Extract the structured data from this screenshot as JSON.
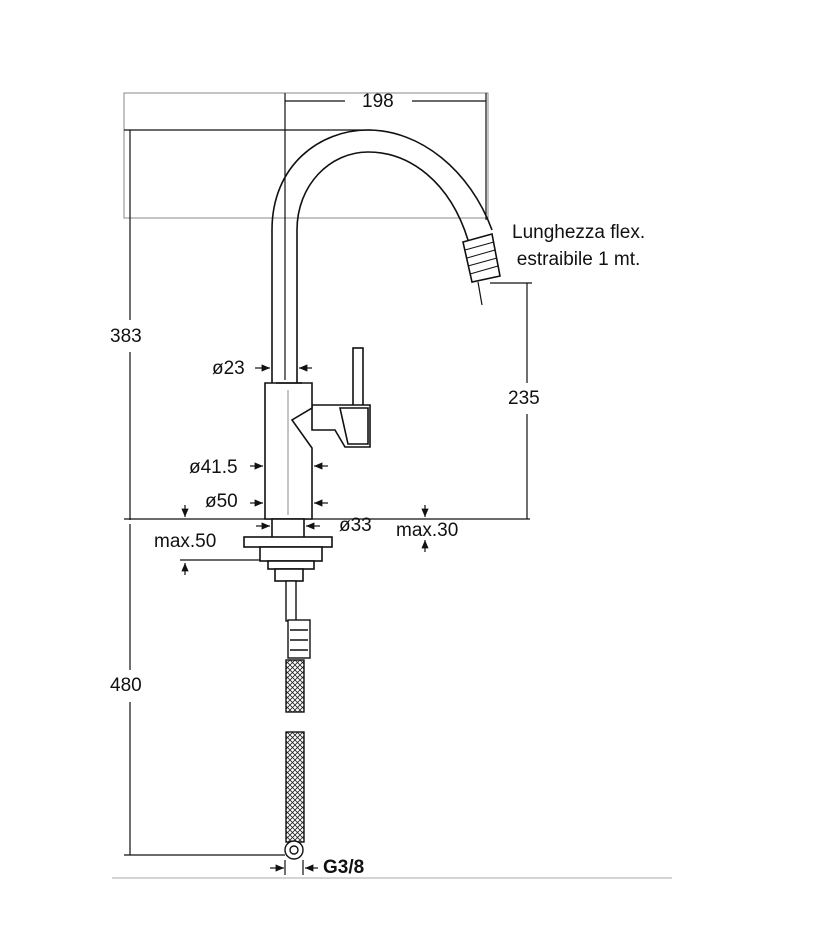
{
  "dimensions": {
    "width_top": "198",
    "height_total": "383",
    "spout_height": "235",
    "tube_diameter": "ø23",
    "body_diameter": "ø41.5",
    "base_diameter": "ø50",
    "shank_diameter": "ø33",
    "max_top": "max.30",
    "max_bottom": "max.50",
    "hose_length": "480",
    "connection": "G3/8"
  },
  "note": {
    "line1": "Lunghezza flex.",
    "line2": "estraibile 1 mt."
  }
}
